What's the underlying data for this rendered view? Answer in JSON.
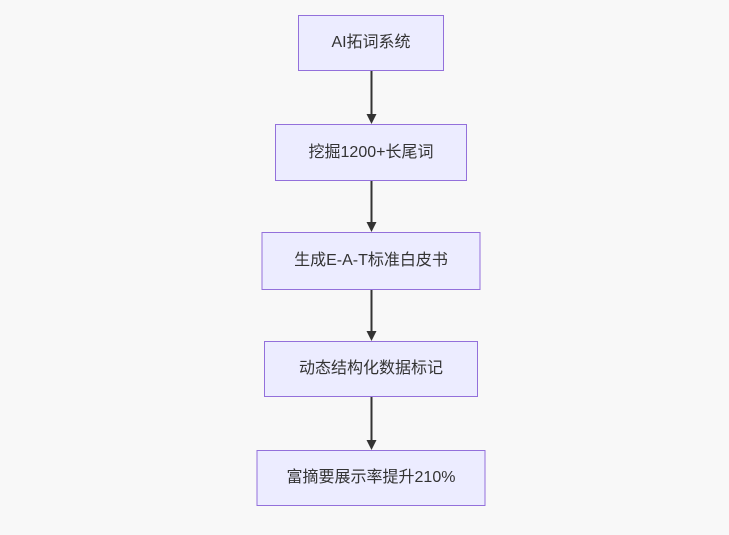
{
  "page": {
    "background_color": "#f8f8f8"
  },
  "flowchart": {
    "type": "flowchart",
    "direction": "top-down",
    "style": {
      "node_fill": "#ECECFF",
      "node_border": "#9370DB",
      "edge_color": "#333333",
      "text_color": "#333333"
    },
    "nodes": [
      {
        "id": "node-1",
        "label": "AI拓词系统"
      },
      {
        "id": "node-2",
        "label": "挖掘1200+长尾词"
      },
      {
        "id": "node-3",
        "label": "生成E-A-T标准白皮书"
      },
      {
        "id": "node-4",
        "label": "动态结构化数据标记"
      },
      {
        "id": "node-5",
        "label": "富摘要展示率提升210%"
      }
    ],
    "edges": [
      {
        "from": "node-1",
        "to": "node-2"
      },
      {
        "from": "node-2",
        "to": "node-3"
      },
      {
        "from": "node-3",
        "to": "node-4"
      },
      {
        "from": "node-4",
        "to": "node-5"
      }
    ]
  }
}
